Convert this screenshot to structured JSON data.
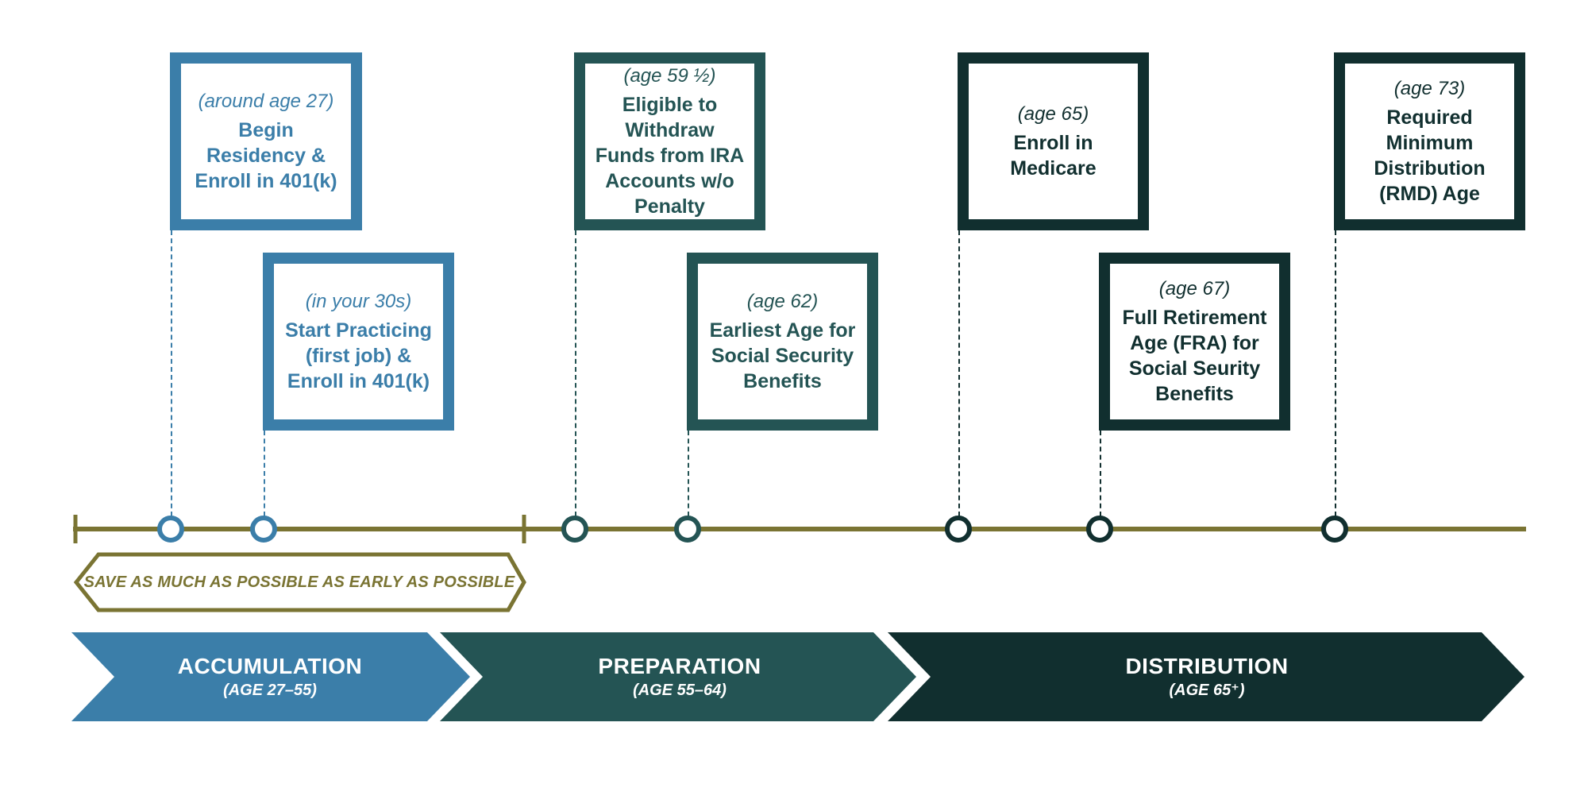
{
  "milestones": [
    {
      "age": "(around age 27)",
      "title": "Begin Residency & Enroll in 401(k)",
      "phase": "accum"
    },
    {
      "age": "(in your 30s)",
      "title": "Start Practicing (first job) & Enroll in 401(k)",
      "phase": "accum"
    },
    {
      "age": "(age 59 ½)",
      "title": "Eligible to Withdraw Funds from IRA Accounts w/o Penalty",
      "phase": "prep"
    },
    {
      "age": "(age 62)",
      "title": "Earliest Age for Social Security Benefits",
      "phase": "prep"
    },
    {
      "age": "(age 65)",
      "title": "Enroll in Medicare",
      "phase": "dist"
    },
    {
      "age": "(age 67)",
      "title": "Full Retirement Age (FRA) for Social Seurity Benefits",
      "phase": "dist"
    },
    {
      "age": "(age 73)",
      "title": "Required Minimum Distribution (RMD) Age",
      "phase": "dist"
    }
  ],
  "save_banner": "SAVE AS MUCH AS POSSIBLE AS EARLY AS POSSIBLE",
  "phases": [
    {
      "name": "ACCUMULATION",
      "range": "(AGE 27–55)"
    },
    {
      "name": "PREPARATION",
      "range": "(AGE 55–64)"
    },
    {
      "name": "DISTRIBUTION",
      "range": "(AGE 65⁺)"
    }
  ],
  "colors": {
    "accumulation": "#3b7ea9",
    "preparation": "#245454",
    "distribution": "#112f2f",
    "timeline": "#7a7433"
  }
}
